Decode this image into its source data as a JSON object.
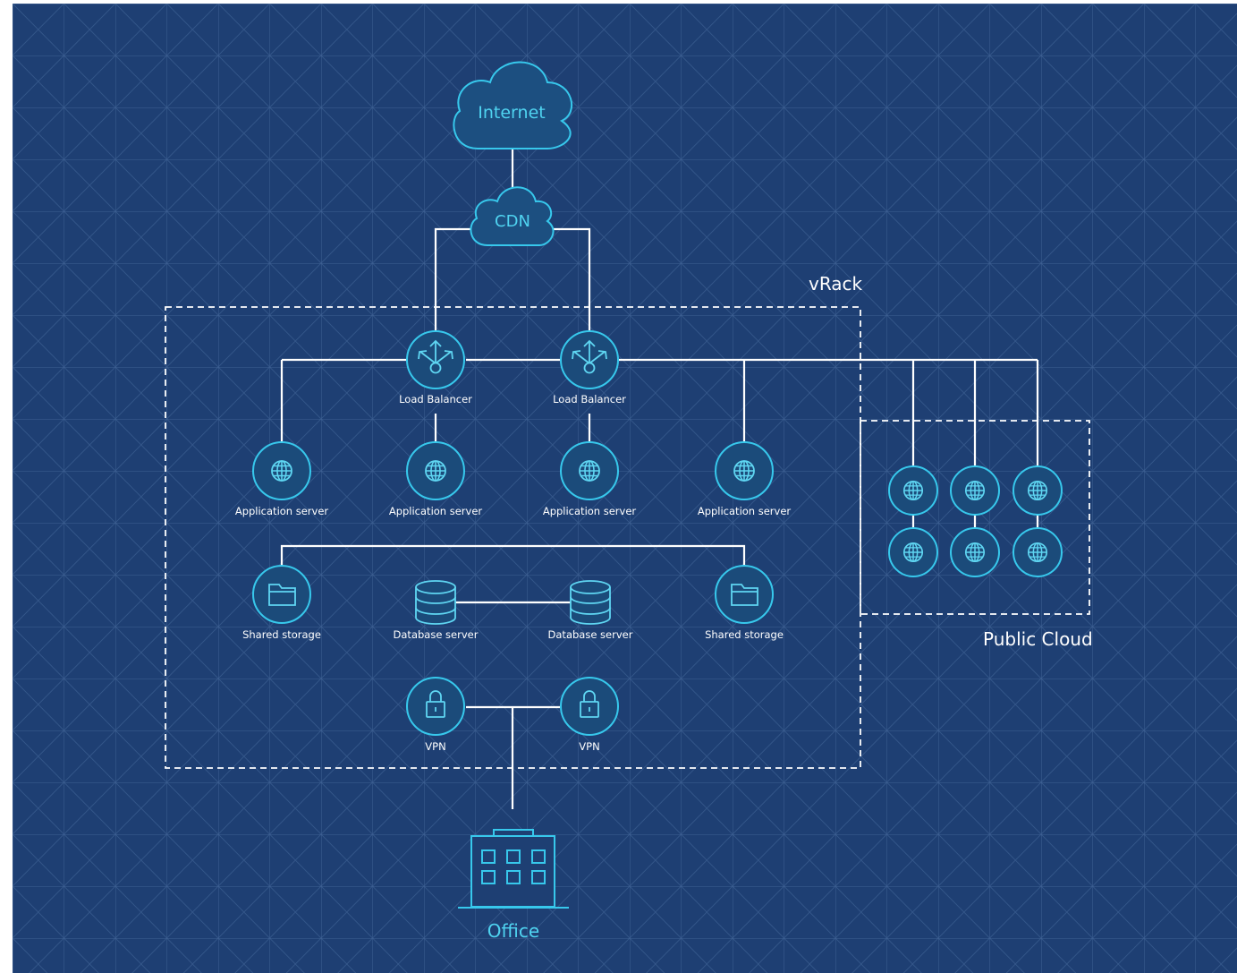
{
  "diagram": {
    "internet_label": "Internet",
    "cdn_label": "CDN",
    "vrack_label": "vRack",
    "public_cloud_label": "Public Cloud",
    "office_label": "Office",
    "load_balancer_label": "Load Balancer",
    "app_server_label": "Application server",
    "shared_storage_label": "Shared storage",
    "database_server_label": "Database server",
    "vpn_label": "VPN"
  },
  "colors": {
    "background": "#1e3f73",
    "grid": "#3c5d8e",
    "accent": "#37c8ec",
    "line": "#ffffff"
  }
}
